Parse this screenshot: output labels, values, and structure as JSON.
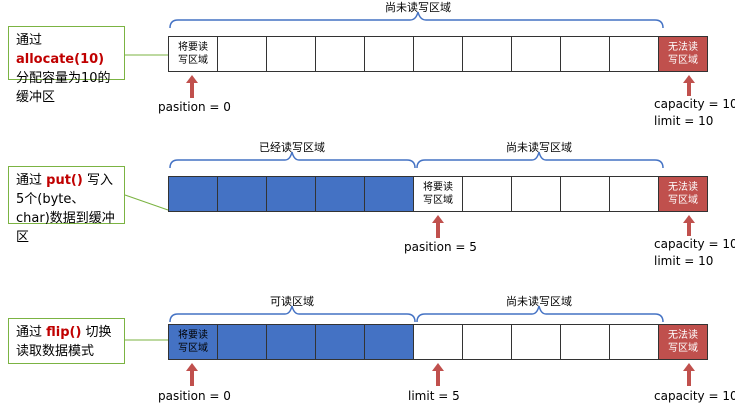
{
  "sections": [
    {
      "note": {
        "pre": "通过 ",
        "method": "allocate(10)",
        "post": "分配容量为10的缓冲区"
      },
      "braces": [
        {
          "label": "尚未读写区域"
        }
      ],
      "cells": [
        {
          "text": "将要读\n写区域",
          "fill": "white"
        },
        {
          "text": "",
          "fill": "white"
        },
        {
          "text": "",
          "fill": "white"
        },
        {
          "text": "",
          "fill": "white"
        },
        {
          "text": "",
          "fill": "white"
        },
        {
          "text": "",
          "fill": "white"
        },
        {
          "text": "",
          "fill": "white"
        },
        {
          "text": "",
          "fill": "white"
        },
        {
          "text": "",
          "fill": "white"
        },
        {
          "text": "",
          "fill": "white"
        },
        {
          "text": "无法读\n写区域",
          "fill": "red"
        }
      ],
      "labels": {
        "position": "pasition = 0",
        "capacity": "capacity = 10",
        "limit": "limit = 10"
      }
    },
    {
      "note": {
        "pre": "通过 ",
        "method": "put()",
        "post": " 写入 5个(byte、char)数据到缓冲区"
      },
      "braces": [
        {
          "label": "已经读写区域"
        },
        {
          "label": "尚未读写区域"
        }
      ],
      "cells": [
        {
          "text": "",
          "fill": "blue"
        },
        {
          "text": "",
          "fill": "blue"
        },
        {
          "text": "",
          "fill": "blue"
        },
        {
          "text": "",
          "fill": "blue"
        },
        {
          "text": "",
          "fill": "blue"
        },
        {
          "text": "将要读\n写区域",
          "fill": "white"
        },
        {
          "text": "",
          "fill": "white"
        },
        {
          "text": "",
          "fill": "white"
        },
        {
          "text": "",
          "fill": "white"
        },
        {
          "text": "",
          "fill": "white"
        },
        {
          "text": "无法读\n写区域",
          "fill": "red"
        }
      ],
      "labels": {
        "position": "pasition = 5",
        "capacity": "capacity = 10",
        "limit": "limit = 10"
      }
    },
    {
      "note": {
        "pre": "通过 ",
        "method": "flip()",
        "post": " 切换读取数据模式"
      },
      "braces": [
        {
          "label": "可读区域"
        },
        {
          "label": "尚未读写区域"
        }
      ],
      "cells": [
        {
          "text": "将要读\n写区域",
          "fill": "blue"
        },
        {
          "text": "",
          "fill": "blue"
        },
        {
          "text": "",
          "fill": "blue"
        },
        {
          "text": "",
          "fill": "blue"
        },
        {
          "text": "",
          "fill": "blue"
        },
        {
          "text": "",
          "fill": "white"
        },
        {
          "text": "",
          "fill": "white"
        },
        {
          "text": "",
          "fill": "white"
        },
        {
          "text": "",
          "fill": "white"
        },
        {
          "text": "",
          "fill": "white"
        },
        {
          "text": "无法读\n写区域",
          "fill": "red"
        }
      ],
      "labels": {
        "position": "pasition = 0",
        "limit": "limit = 5",
        "capacity": "capacity = 10"
      }
    }
  ],
  "colors": {
    "filled": "#4472c4",
    "blocked": "#c0504d",
    "note_border": "#7bb342",
    "method": "#c00000"
  }
}
